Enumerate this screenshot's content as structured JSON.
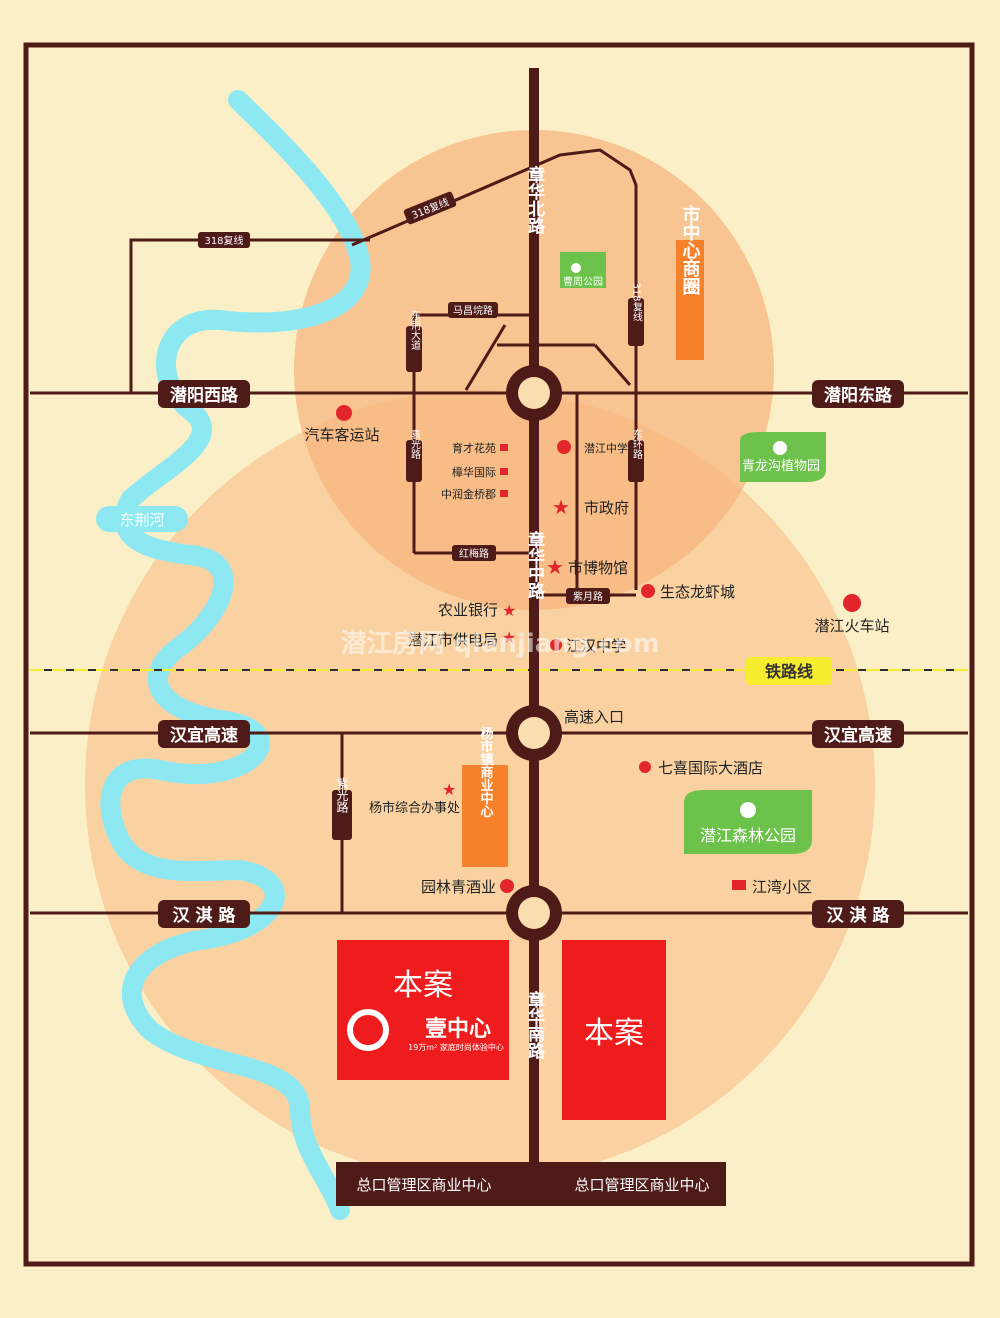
{
  "river": {
    "label": "东荆河",
    "color": "#8de8f2"
  },
  "roads": {
    "qianyang_west": "潜阳西路",
    "qianyang_east": "潜阳东路",
    "hanyi_west": "汉宜高速",
    "hanyi_east": "汉宜高速",
    "hanqi_west": "汉 淇 路",
    "hanqi_east": "汉 淇 路",
    "zhanghua_north": "章华北路",
    "zhanghua_middle": "章华中路",
    "zhanghua_south": "章华南路",
    "fuxian_318_a": "318复线",
    "fuxian_318_b": "318复线",
    "fuxian_318_c": "318复线",
    "machang": "马昌垸路",
    "dongjing": "东荆大道",
    "yuanguang": "袁光路",
    "hongmei": "红梅路",
    "ziyue": "紫月路",
    "donghuan": "东环路",
    "ziguang": "紫光路"
  },
  "railway": "铁路线",
  "zones": {
    "city_center": "市中心商圈",
    "yangshi": "杨市镇商业中心"
  },
  "poi": {
    "caozhou_park": "曹周公园",
    "qinglonggou": "青龙沟植物园",
    "bus_station": "汽车客运站",
    "yucai": "育才花苑",
    "zhanghua_intl": "樟华国际",
    "zhongrun": "中润金桥郡",
    "qianjiang_middle_school": "潜江中学",
    "gov": "市政府",
    "museum": "市博物馆",
    "crayfish": "生态龙虾城",
    "train_station": "潜江火车站",
    "agri_bank": "农业银行",
    "power": "潜江市供电局",
    "jianghan": "江汉中学",
    "highway_entry": "高速入口",
    "qixi_hotel": "七喜国际大酒店",
    "forest_park": "潜江森林公园",
    "yangshi_office": "杨市综合办事处",
    "yuanlin_wine": "园林青酒业",
    "jiangwan": "江湾小区"
  },
  "project": {
    "left_title": "本案",
    "logo_text": "壹中心",
    "logo_sub": "19万m² 家庭时尚体验中心",
    "right_title": "本案"
  },
  "bottom": {
    "left": "总口管理区商业中心",
    "right": "总口管理区商业中心"
  },
  "watermark": "潜江房网 qianjiang.com",
  "colors": {
    "road": "#4e1b19",
    "project_red": "#ee1c1c",
    "zone_orange": "#f7802a",
    "park_green": "#6cc24a",
    "poi_red": "#e3262a",
    "railway_yellow": "#f8ec31"
  }
}
